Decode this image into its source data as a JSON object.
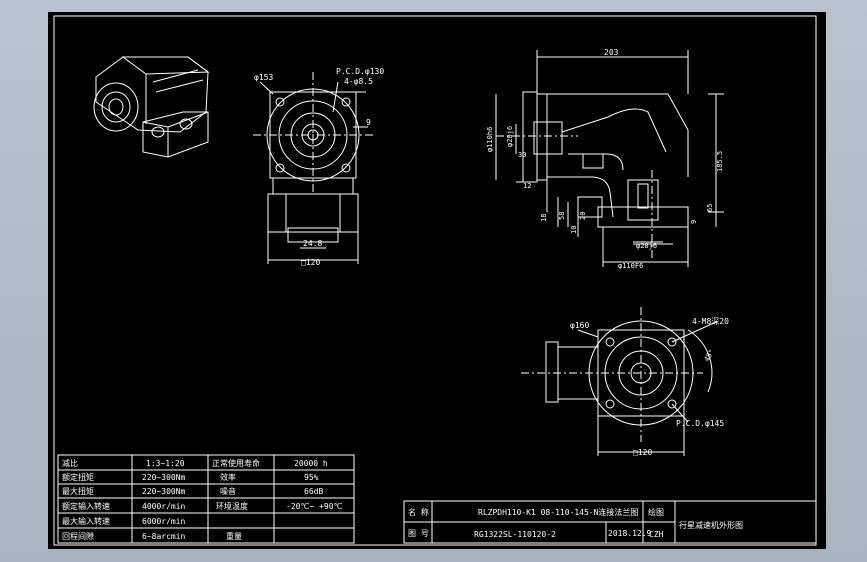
{
  "drawing": {
    "front_view": {
      "dia_153": "φ153",
      "pcd_130": "P.C.D.φ130",
      "holes": "4-φ8.5",
      "dim_9": "9",
      "dim_24_8": "24.8",
      "square_120": "□120"
    },
    "side_view": {
      "len_203": "203",
      "dia_110h6": "φ110h6",
      "dia_28j6": "φ28j6",
      "dim_30": "30",
      "dim_185_5": "185.5",
      "dim_12": "12",
      "dim_58": "58",
      "dim_20": "20",
      "dim_18": "18",
      "dim_10": "10",
      "dim_9": "9",
      "dim_65": "65",
      "dia_28j6_b": "φ28j6",
      "dia_110f6": "φ110F6"
    },
    "bottom_view": {
      "dia_160": "φ160",
      "holes_m8": "4-M8深20",
      "angle_45": "45°",
      "pcd_145": "P.C.D.φ145",
      "square_120": "□120"
    }
  },
  "spec_table": {
    "rows": [
      [
        "减比",
        "1:3~1:20",
        "正常使用寿命",
        "20000 h"
      ],
      [
        "额定扭矩",
        "220~300Nm",
        "效率",
        "95%"
      ],
      [
        "最大扭矩",
        "220~300Nm",
        "噪音",
        "66dB"
      ],
      [
        "额定输入转速",
        "4000r/min",
        "环境温度",
        "-20℃~ +90℃"
      ],
      [
        "最大输入转速",
        "6000r/min",
        "",
        ""
      ],
      [
        "回程间隙",
        "6~8arcmin",
        "重量",
        ""
      ]
    ]
  },
  "title_block": {
    "name_label": "名 称",
    "name_value": "RLZPDH110-K1 08-110-145-N连接法兰图",
    "drawn_label": "绘图",
    "drawing_no_label": "图 号",
    "drawing_no_value": "RG1322SL-110120-2",
    "date": "2018.12.9",
    "drawer": "CZH",
    "main_title": "行星减速机外形图"
  }
}
